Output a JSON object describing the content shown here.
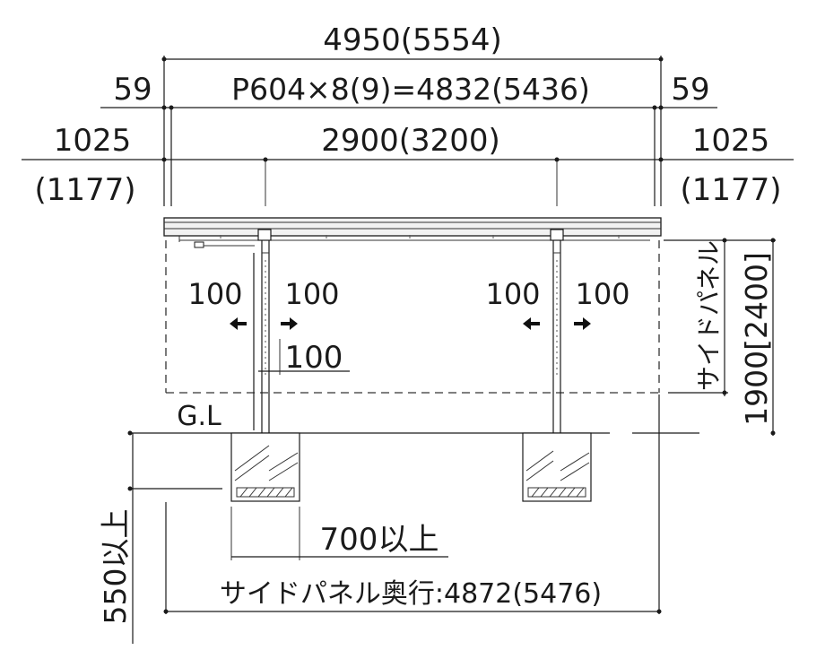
{
  "dimensions": {
    "total_width": "4950(5554)",
    "end_left": "59",
    "end_right": "59",
    "pitch": "P604×8(9)=4832(5436)",
    "overhang_left": "1025",
    "overhang_left_alt": "(1177)",
    "span": "2900(3200)",
    "overhang_right": "1025",
    "overhang_right_alt": "(1177)",
    "arrow_left_1": "100",
    "arrow_right_1": "100",
    "arrow_left_2": "100",
    "arrow_right_2": "100",
    "post_gap": "100",
    "ground_line": "G.L",
    "footing_spacing": "700以上",
    "footing_depth": "550以上",
    "side_panel_label": "サイドパネル",
    "side_panel_height": "1900[2400]",
    "side_panel_depth": "サイドパネル奥行:4872(5476)"
  },
  "colors": {
    "line": "#1a1a1a",
    "roof_fill": "#f2f2f2",
    "arrow": "#111111"
  }
}
